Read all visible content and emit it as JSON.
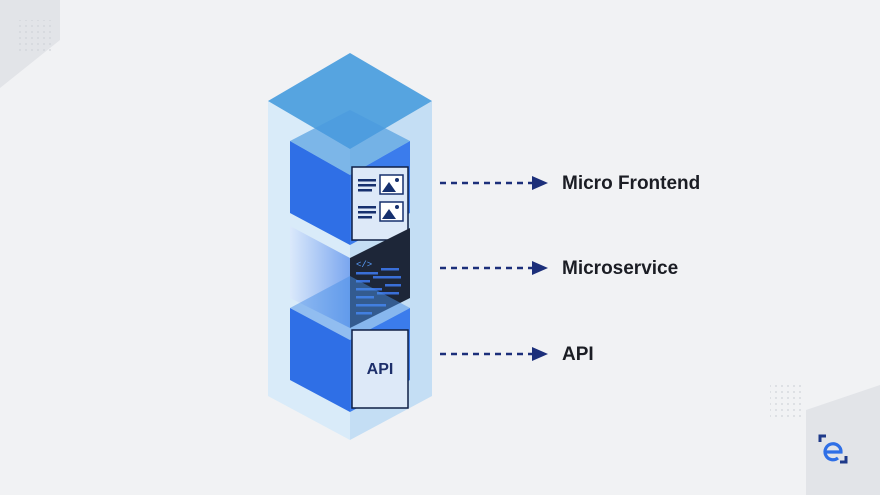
{
  "diagram": {
    "layers": [
      {
        "id": "micro-frontend",
        "label": "Micro Frontend",
        "face_icon": "image-document-icon"
      },
      {
        "id": "microservice",
        "label": "Microservice",
        "face_icon": "code-editor-icon",
        "code_tag": "</>"
      },
      {
        "id": "api",
        "label": "API",
        "face_icon": "api-label-icon",
        "face_text": "API"
      }
    ],
    "connector_style": "dashed-arrow",
    "colors": {
      "background": "#f1f2f4",
      "container_glass": "#cfe5f7",
      "container_top": "#56a4e0",
      "block_blue": "#2f6fe6",
      "face_dark": "#1d2638",
      "arrow": "#1c2f7a",
      "text": "#1b1d24"
    }
  },
  "logo": {
    "name": "e-logo-icon"
  }
}
